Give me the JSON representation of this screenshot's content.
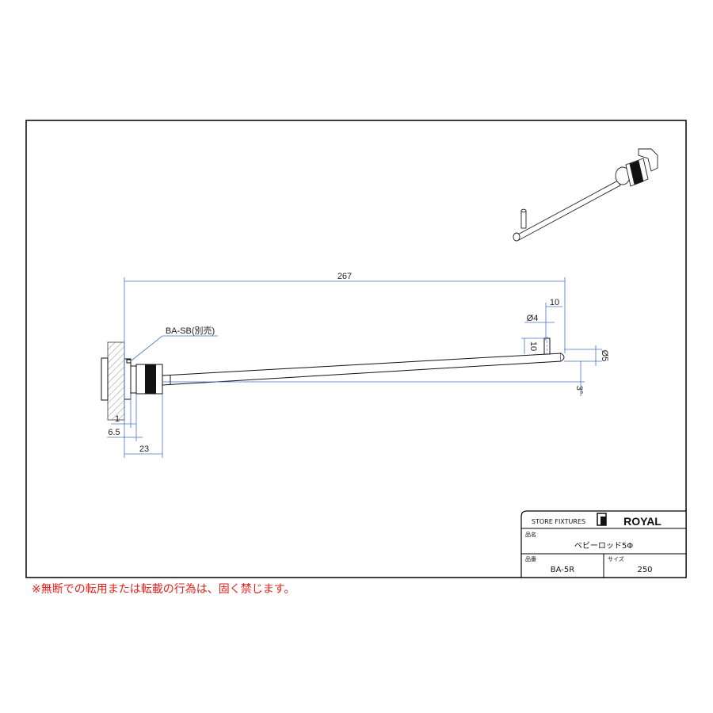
{
  "drawing": {
    "dimensions": {
      "overall_length": "267",
      "pin_offset": "10",
      "pin_diameter": "Ø4",
      "pin_height": "10",
      "rod_diameter": "Ø5",
      "angle": "3°",
      "bracket_gap": "1",
      "bracket_thickness": "6.5",
      "head_length": "23"
    },
    "callout": "BA-SB(別売)"
  },
  "title_block": {
    "company_label": "STORE FIXTURES",
    "brand": "ROYAL",
    "product_name_label": "品名",
    "product_name": "ベビーロッド5Φ",
    "part_number_label": "品番",
    "part_number": "BA-5R",
    "size_label": "サイズ",
    "size": "250"
  },
  "notice": "※無断での転用または転載の行為は、固く禁じます。",
  "colors": {
    "dimension": "#4a72c4",
    "notice": "#e0201a"
  }
}
